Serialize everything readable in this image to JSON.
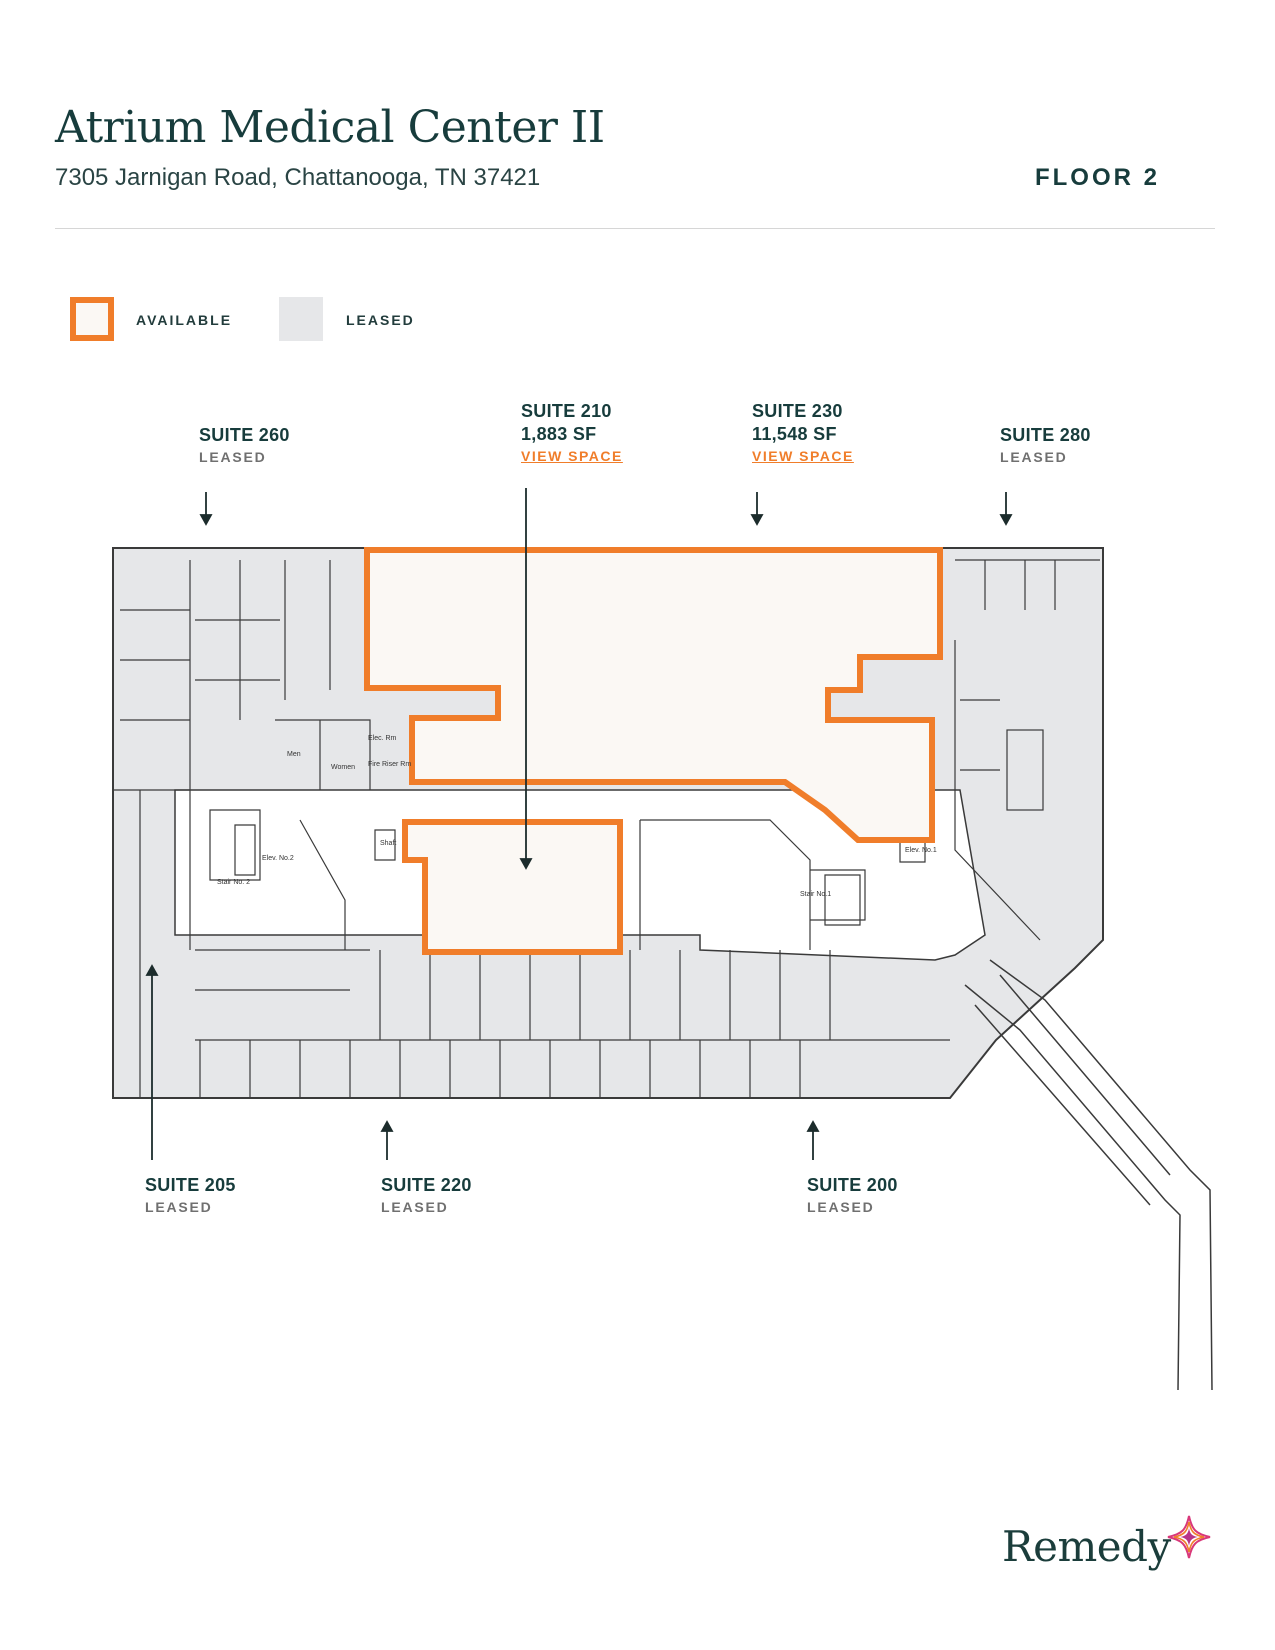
{
  "header": {
    "title": "Atrium Medical Center II",
    "address": "7305 Jarnigan Road, Chattanooga, TN 37421",
    "floor": "FLOOR 2"
  },
  "legend": {
    "available_label": "AVAILABLE",
    "leased_label": "LEASED",
    "available_color": "#f07d2a",
    "leased_color": "#e6e7e9"
  },
  "suites": {
    "s260": {
      "name": "SUITE 260",
      "status": "LEASED"
    },
    "s210": {
      "name": "SUITE 210",
      "area": "1,883 SF",
      "link": "VIEW SPACE"
    },
    "s230": {
      "name": "SUITE 230",
      "area": "11,548 SF",
      "link": "VIEW SPACE"
    },
    "s280": {
      "name": "SUITE 280",
      "status": "LEASED"
    },
    "s205": {
      "name": "SUITE 205",
      "status": "LEASED"
    },
    "s220": {
      "name": "SUITE 220",
      "status": "LEASED"
    },
    "s200": {
      "name": "SUITE 200",
      "status": "LEASED"
    }
  },
  "plan_labels": {
    "men": "Men",
    "women": "Women",
    "elec_rm": "Elec. Rm",
    "fire_riser_rm": "Fire Riser Rm",
    "stair_no2": "Stair No. 2",
    "stair_no1": "Stair No.1",
    "elev_no2": "Elev. No.2",
    "elev_no1": "Elev. No.1",
    "shaft": "Shaft"
  },
  "brand": {
    "logo_text": "Remedy",
    "logo_icon": "remedy-star-icon"
  }
}
